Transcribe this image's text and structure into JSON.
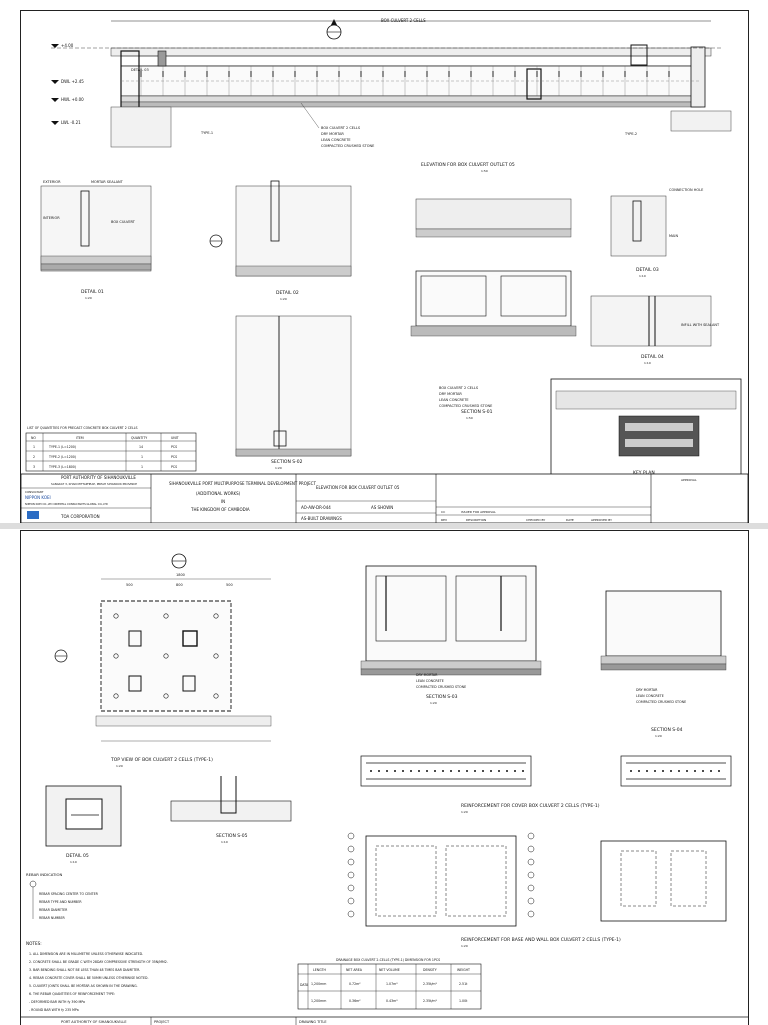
{
  "sheet1": {
    "top_banner": "BOX CULVERT 2 CELLS",
    "culvert_labels": [
      "DETAIL 03",
      "TYPE-1",
      "TYPE-2",
      "DETAIL 04"
    ],
    "levels": [
      "+4.00",
      "DWL +2.45",
      "HWL +0.00",
      "LWL -0.21"
    ],
    "notes_under_culvert": [
      "BOX CULVERT 2 CELLS",
      "DRY MORTAR",
      "LEAN CONCRETE",
      "COMPACTED CRUSHED STONE"
    ],
    "details": [
      {
        "title": "DETAIL 01",
        "scale": "1:20"
      },
      {
        "title": "DETAIL 02",
        "scale": "1:20"
      },
      {
        "title": "SECTION S-02",
        "scale": "1:20"
      },
      {
        "title": "ELEVATION FOR BOX CULVERT OUTLET 05",
        "scale": "1:50"
      },
      {
        "title": "SECTION S-01",
        "scale": "1:50"
      },
      {
        "title": "DETAIL 03",
        "scale": "1:10"
      },
      {
        "title": "DETAIL 04",
        "scale": "1:10"
      },
      {
        "title": "KEY PLAN",
        "scale": ""
      }
    ],
    "labels": [
      "EXTERIOR",
      "INTERIOR",
      "MORTAR SEALANT",
      "BOX CULVERT",
      "INFILL WITH SEALANT",
      "CONNECTION HOLE",
      "MAIN"
    ],
    "table": {
      "title": "LIST OF QUANTITIES FOR PRECAST CONCRETE BOX CULVERT 2 CELLS",
      "headers": [
        "NO",
        "ITEM",
        "QUANTITY",
        "UNIT"
      ],
      "rows": [
        [
          "1",
          "TYPE-1 (L=1200)",
          "14",
          "PCS"
        ],
        [
          "2",
          "TYPE-2 (L=1200)",
          "1",
          "PCS"
        ],
        [
          "3",
          "TYPE-3 (L=1800)",
          "1",
          "PCS"
        ]
      ]
    },
    "title_block": {
      "owner": "PORT AUTHORITY OF SIHANOUKVILLE",
      "owner2": "SANGKAT 3, KHAN MITTAPHEAP, PREAH SIHANOUK PROVINCE",
      "consultant_label": "CONSULTANT",
      "consultant": "NIPPON KOEI",
      "consultant2": "NIPPON KOEI CO.,LTD  ORIENTAL CONSULTANTS GLOBAL CO.,LTD",
      "contractor": "TOA CORPORATION",
      "project": "SIHANOUKVILLE PORT MULTIPURPOSE TERMINAL DEVELOPMENT PROJECT",
      "project2": "(ADDITIONAL WORKS)",
      "project3": "IN",
      "project4": "THE KINGDOM OF CAMBODIA",
      "drawing_title": "ELEVATION FOR BOX CULVERT OUTLET 05",
      "drawing_no": "AO-AW-DR-044",
      "scale": "AS SHOWN",
      "status": "AS-BUILT DRAWINGS",
      "rev_code": "CC",
      "rev_desc": "ISSUED FOR APPROVAL",
      "checked": "CHECKED BY",
      "date": "DATE",
      "approved": "APPROVED BY",
      "rev": "REV",
      "description": "DESCRIPTION",
      "approval_label": "APPROVAL"
    }
  },
  "sheet2": {
    "details": [
      {
        "title": "TOP VIEW OF BOX CULVERT 2 CELLS (TYPE-1)",
        "scale": "1:20"
      },
      {
        "title": "SECTION S-03",
        "scale": "1:20"
      },
      {
        "title": "SECTION S-04",
        "scale": "1:20"
      },
      {
        "title": "DETAIL 05",
        "scale": "1:10"
      },
      {
        "title": "SECTION S-05",
        "scale": "1:10"
      },
      {
        "title": "REINFORCEMENT FOR COVER BOX CULVERT 2 CELLS (TYPE-1)",
        "scale": "1:20"
      },
      {
        "title": "REINFORCEMENT FOR BASE AND WALL BOX CULVERT 2 CELLS (TYPE-1)",
        "scale": "1:20"
      }
    ],
    "dims_top": [
      "1800",
      "500",
      "800",
      "500"
    ],
    "rebar_legend_title": "REBAR INDICATION",
    "rebar_legend": [
      "REBAR SPACING CENTER TO CENTER",
      "REBAR TYPE AND NUMBER",
      "REBAR DIAMETER",
      "REBAR NUMBER"
    ],
    "notes_title": "NOTES:",
    "notes": [
      "1.  ALL DIMENSION ARE IN MILLIMETRE UNLESS OTHERWISE INDICATED.",
      "2.  CONCRETE SHALL BE GRADE C WITH 28DAY COMPRESSIVE STRENGTH OF 35N/MM2.",
      "3.  BAR BENDING SHALL NOT BE LESS THAN 48 TIMES BAR DIAMETER.",
      "4.  REBAR CONCRETE COVER SHALL BE 50MM UNLESS OTHERWISE NOTED.",
      "5.  CULVERT JOINTS SHALL BE MORTAR AS SHOWN IN THE DRAWING.",
      "6.  THE REBAR QUANTITIES OF REINFORCEMENT TYPE:",
      "  -  DEFORMED BAR WITH fy 390 MPa",
      "  -  ROUND BAR WITH fy 235 MPa"
    ],
    "qty_table": {
      "title": "DRAINAGE BOX CULVERT 2-CELLS (TYPE-1) DIMENSION FOR 1PCS",
      "headers": [
        "LENGTH",
        "NET AREA",
        "NET VOLUME",
        "DENSITY",
        "WEIGHT"
      ],
      "side": "DATA",
      "rows": [
        [
          "1,200mm",
          "0.72m²",
          "1.07m³",
          "2.35t/m³",
          "2.51t"
        ],
        [
          "1,200mm",
          "0.36m²",
          "0.43m³",
          "2.35t/m³",
          "1.00t"
        ]
      ]
    },
    "footer_owner": "PORT AUTHORITY OF SIHANOUKVILLE",
    "footer_project": "PROJECT",
    "footer_drawing": "DRAWING TITLE"
  }
}
